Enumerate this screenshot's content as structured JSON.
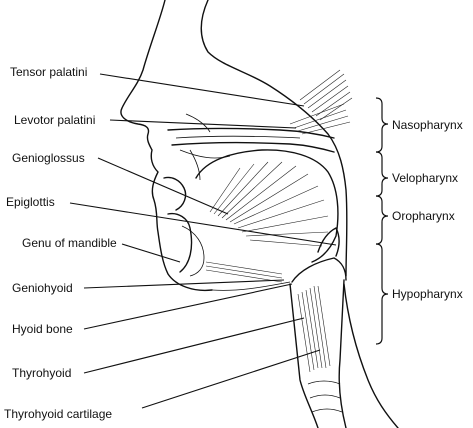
{
  "labels": {
    "tensor_palatini": "Tensor palatini",
    "levator_palatini": "Levotor palatini",
    "genioglossus": "Genioglossus",
    "epiglottis": "Epiglottis",
    "genu_of_mandible": "Genu of mandible",
    "geniohyoid": "Geniohyoid",
    "hyoid_bone": "Hyoid bone",
    "thyrohyoid": "Thyrohyoid",
    "thyrohyoid_cartilage": "Thyrohyoid cartilage"
  },
  "regions": {
    "nasopharynx": "Nasopharynx",
    "velopharynx": "Velopharynx",
    "oropharynx": "Oropharynx",
    "hypopharynx": "Hypopharynx"
  },
  "colors": {
    "ink": "#111111",
    "background": "#ffffff"
  }
}
